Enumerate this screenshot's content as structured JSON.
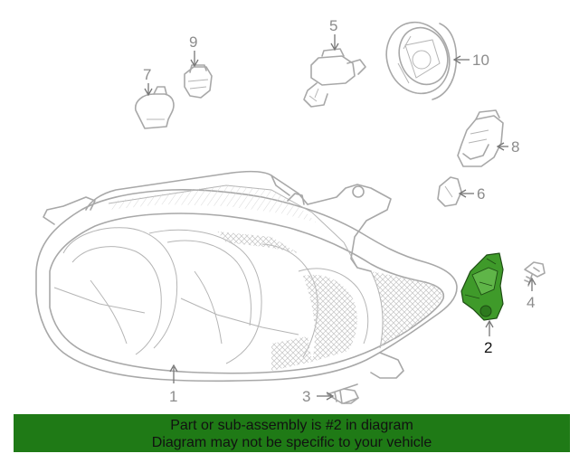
{
  "callouts": [
    {
      "id": "part-1",
      "label": "1"
    },
    {
      "id": "part-2",
      "label": "2"
    },
    {
      "id": "part-3",
      "label": "3"
    },
    {
      "id": "part-4",
      "label": "4"
    },
    {
      "id": "part-5",
      "label": "5"
    },
    {
      "id": "part-6",
      "label": "6"
    },
    {
      "id": "part-7",
      "label": "7"
    },
    {
      "id": "part-8",
      "label": "8"
    },
    {
      "id": "part-9",
      "label": "9"
    },
    {
      "id": "part-10",
      "label": "10"
    }
  ],
  "highlight": {
    "part": "2",
    "color": "#3f9a2a"
  },
  "banner": {
    "line1": "Part or sub-assembly is #2 in diagram",
    "line2": "Diagram may not be specific to your vehicle",
    "color": "#1f7a16"
  }
}
